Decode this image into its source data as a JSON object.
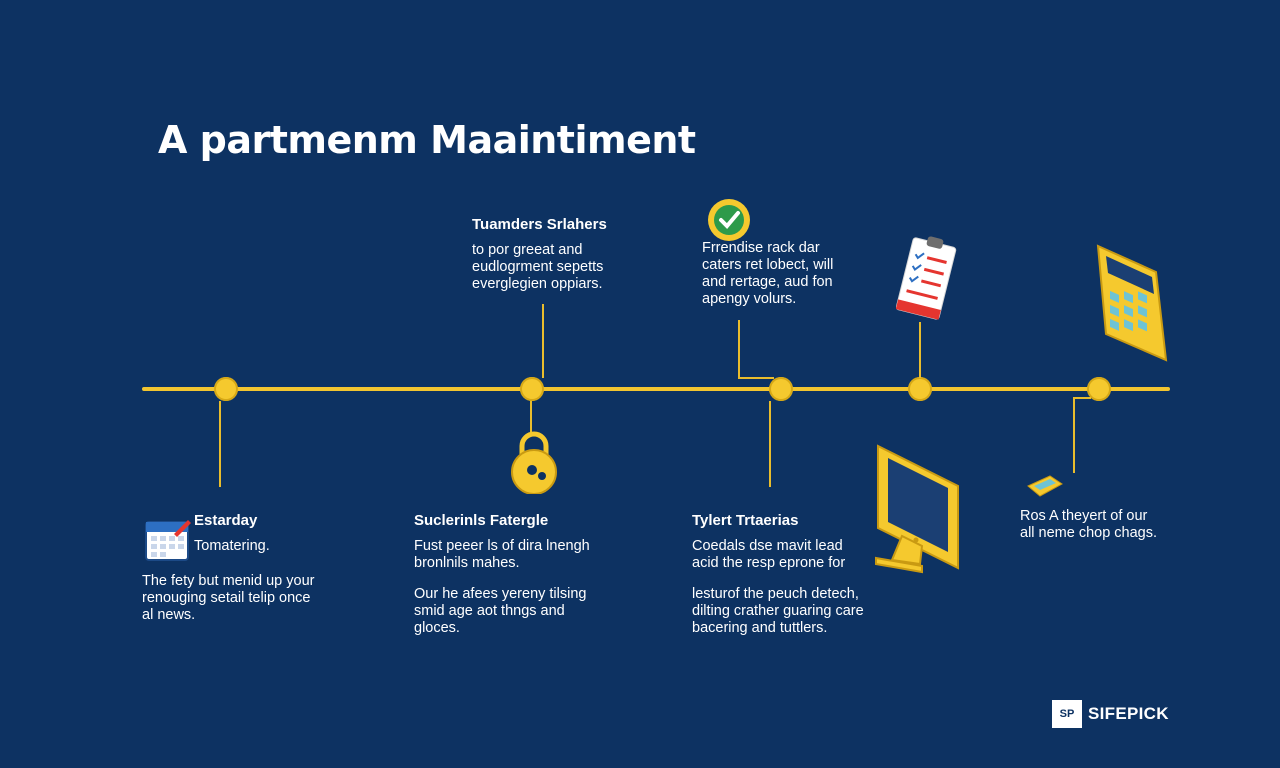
{
  "title": "A partmenm Maaintiment",
  "steps": [
    {
      "heading": "Estarday",
      "sub": "Tomatering.",
      "lines": [
        "The fety but menid up your",
        "renouging setail telip once",
        "al news."
      ]
    },
    {
      "heading": "Tuamders Srlahers",
      "lines": [
        "to por greeat and",
        "eudlogrment sepetts",
        "everglegien oppiars."
      ]
    },
    {
      "heading": "Suclerinls Fatergle",
      "lines": [
        "Fust peeer ls of dira lnengh",
        "bronlnils mahes."
      ],
      "lines2": [
        "Our he afees yereny tilsing",
        "smid age aot thngs and",
        "gloces."
      ]
    },
    {
      "heading": "",
      "lines": [
        "Frrendise rack dar",
        "caters ret lobect, will",
        "and rertage, aud fon",
        "apengy volurs."
      ]
    },
    {
      "heading": "Tylert Trtaerias",
      "lines": [
        "Coedals dse mavit lead",
        "acid the resp eprone for"
      ],
      "lines2": [
        "lesturof the peuch detech,",
        "dilting crather guaring care",
        "bacering and tuttlers."
      ]
    },
    {
      "heading": "",
      "lines": [
        "Ros A theyert of our",
        "all neme chop chags."
      ]
    }
  ],
  "brand": {
    "mark": "SP",
    "name": "SIFEPICK"
  },
  "colors": {
    "background": "#0d3262",
    "accent": "#f2c530"
  },
  "icons": [
    "calendar-icon",
    "padlock-icon",
    "checkmark-icon",
    "clipboard-icon",
    "monitor-icon",
    "calculator-icon",
    "card-icon"
  ]
}
